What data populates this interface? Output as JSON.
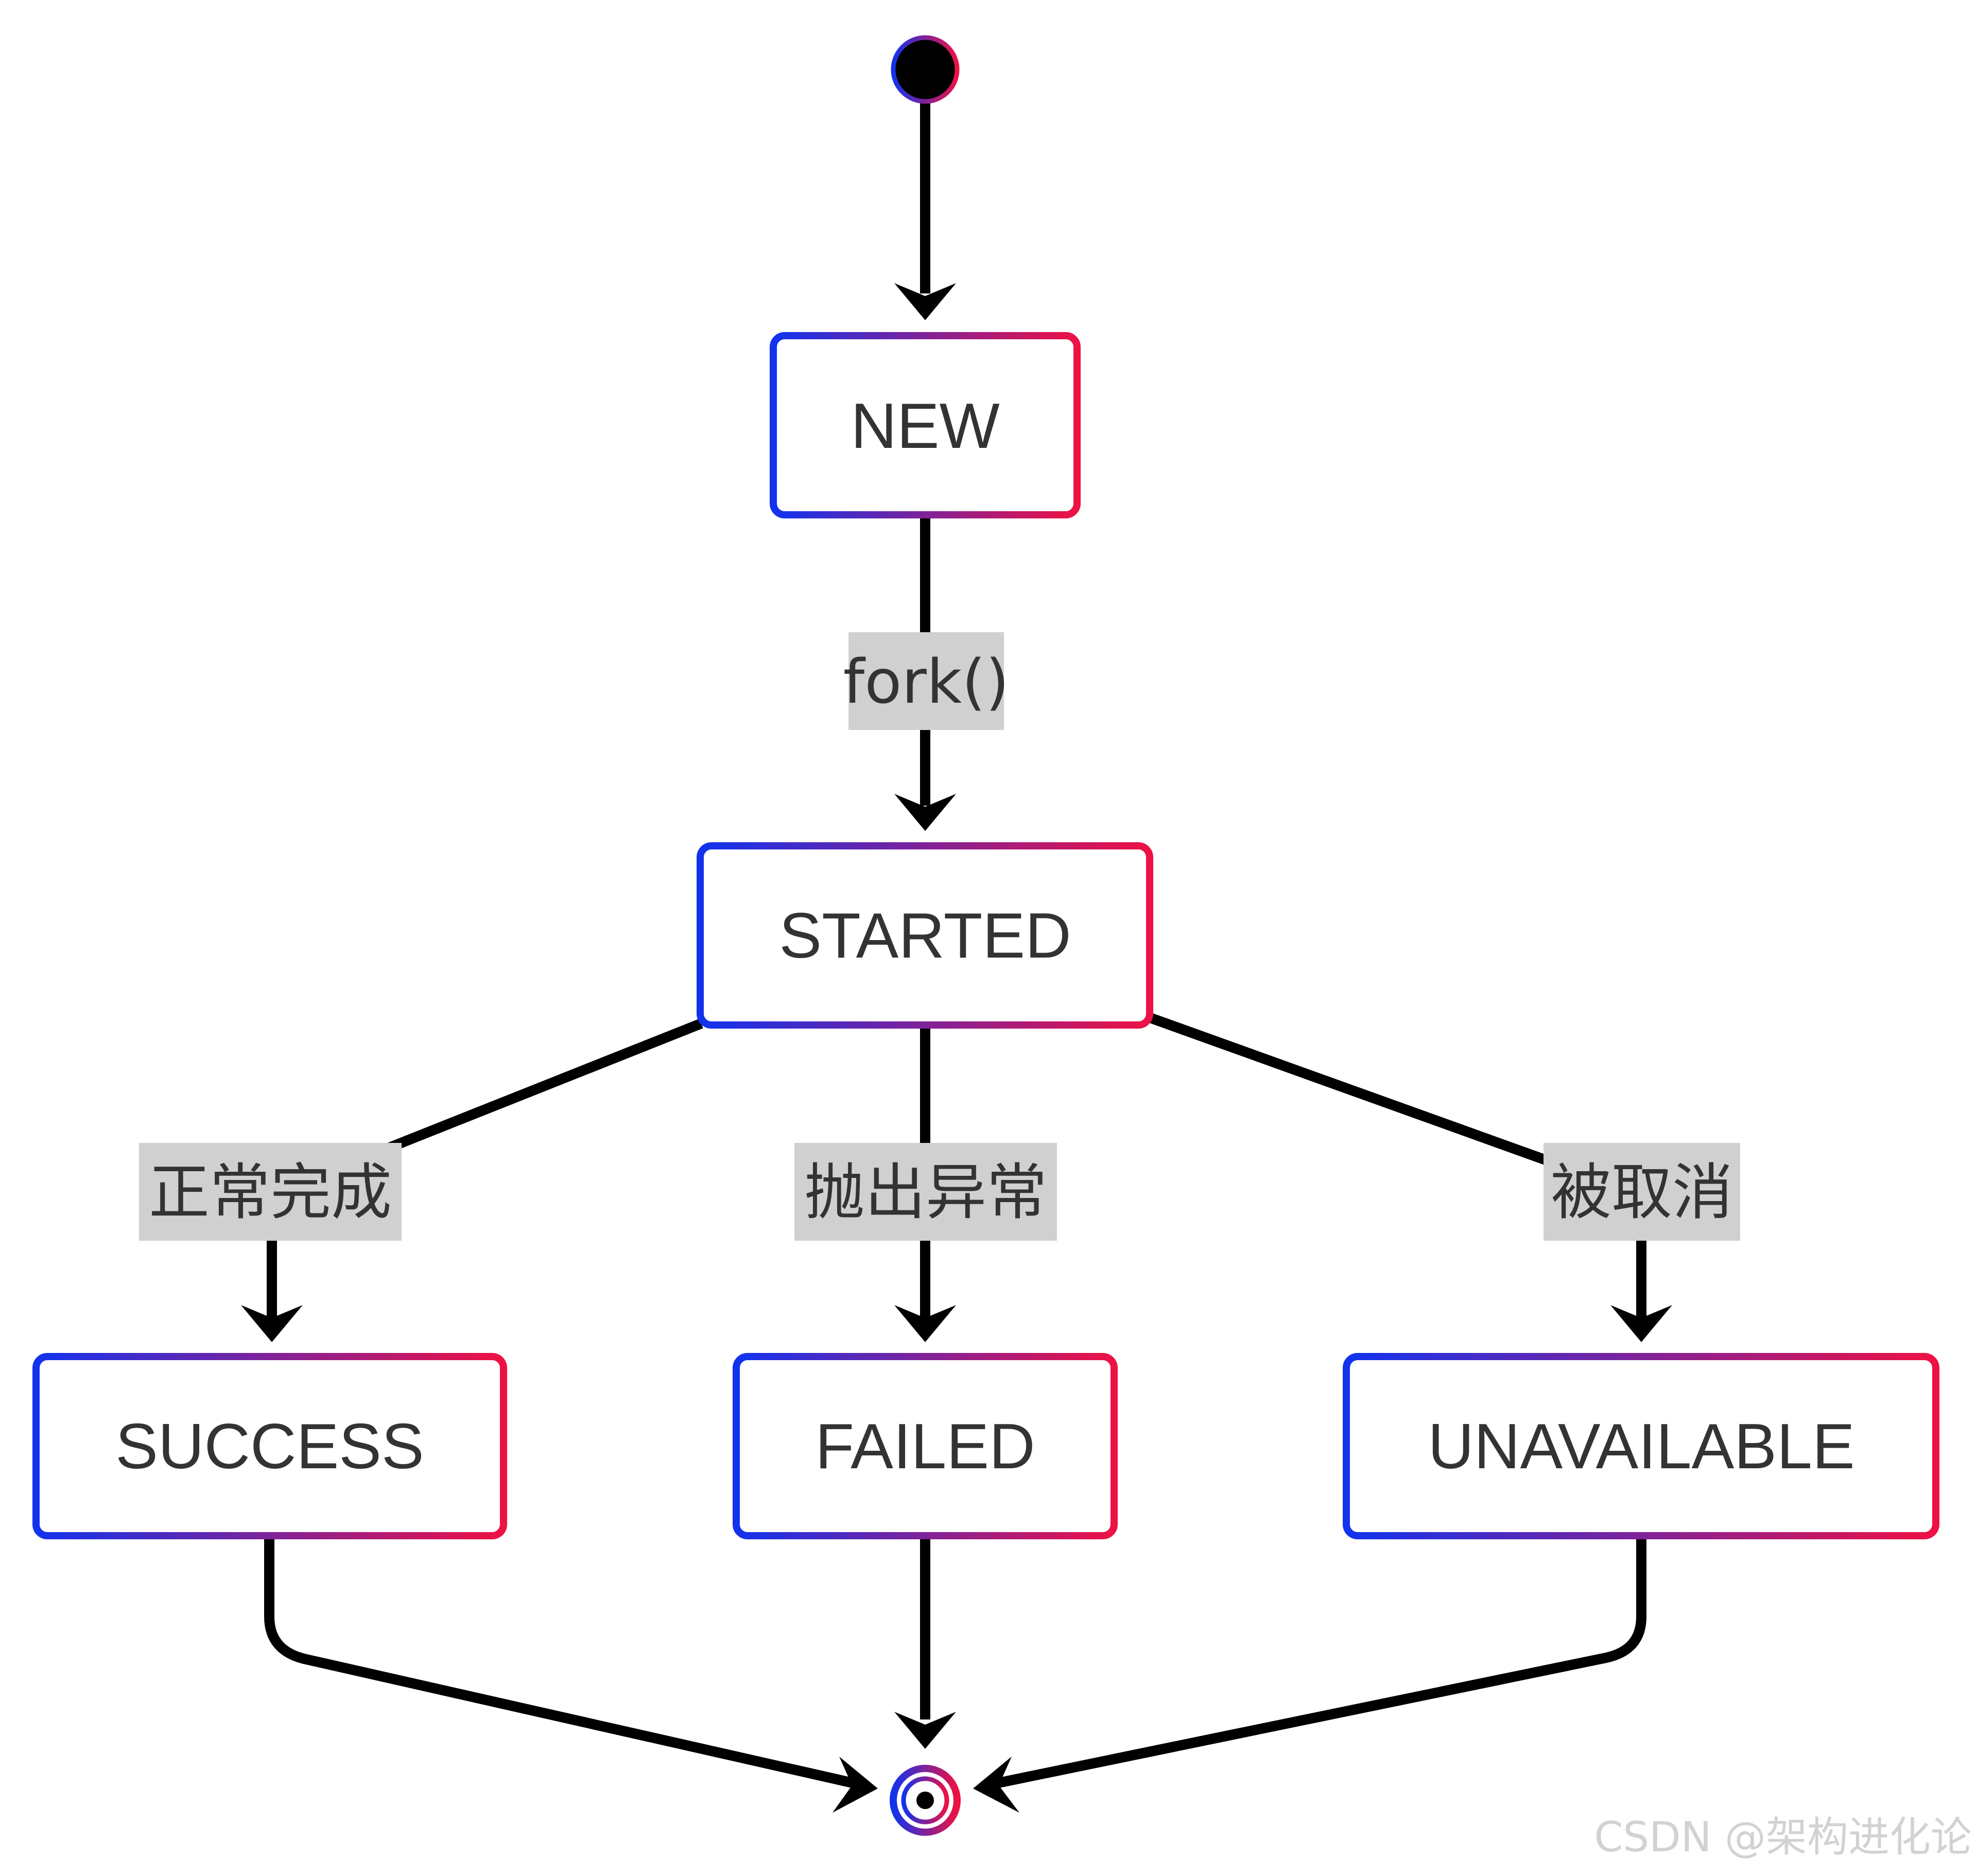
{
  "diagram": {
    "type": "state-diagram",
    "colors": {
      "border_gradient_start": "#1133ee",
      "border_gradient_end": "#ee1144",
      "edge": "#000000",
      "state_fill": "#ffffff",
      "text": "#333333",
      "label_background": "#d0d0d0"
    },
    "initial_state": {},
    "final_state": {},
    "states": {
      "new": "NEW",
      "started": "STARTED",
      "success": "SUCCESS",
      "failed": "FAILED",
      "unavailable": "UNAVAILABLE"
    },
    "transitions": [
      {
        "from": "initial",
        "to": "NEW",
        "label": ""
      },
      {
        "from": "NEW",
        "to": "STARTED",
        "label": "fork()"
      },
      {
        "from": "STARTED",
        "to": "SUCCESS",
        "label": "正常完成"
      },
      {
        "from": "STARTED",
        "to": "FAILED",
        "label": "抛出异常"
      },
      {
        "from": "STARTED",
        "to": "UNAVAILABLE",
        "label": "被取消"
      },
      {
        "from": "SUCCESS",
        "to": "final",
        "label": ""
      },
      {
        "from": "FAILED",
        "to": "final",
        "label": ""
      },
      {
        "from": "UNAVAILABLE",
        "to": "final",
        "label": ""
      }
    ]
  },
  "watermark": "CSDN @架构进化论"
}
